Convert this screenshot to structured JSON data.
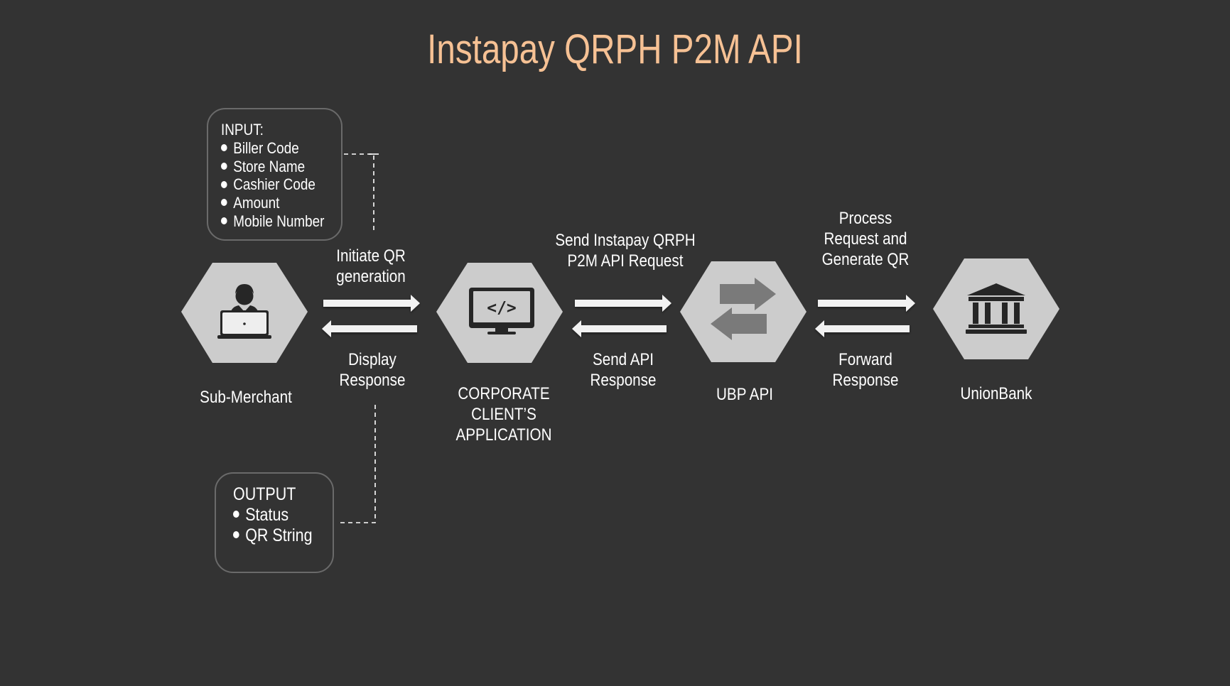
{
  "title": "Instapay QRPH P2M API",
  "input_box": {
    "heading": "INPUT:",
    "items": [
      "Biller Code",
      "Store Name",
      "Cashier Code",
      "Amount",
      "Mobile Number"
    ]
  },
  "output_box": {
    "heading": "OUTPUT",
    "items": [
      "Status",
      "QR String"
    ]
  },
  "nodes": {
    "sub_merchant": "Sub-Merchant",
    "corporate": [
      "CORPORATE",
      "CLIENT’S",
      "APPLICATION"
    ],
    "ubp_api": "UBP API",
    "unionbank": "UnionBank"
  },
  "flows": {
    "initiate": [
      "Initiate QR",
      "generation"
    ],
    "display": [
      "Display",
      "Response"
    ],
    "send_request": [
      "Send Instapay QRPH",
      "P2M API Request"
    ],
    "send_api_response": [
      "Send API",
      "Response"
    ],
    "process": [
      "Process",
      "Request and",
      "Generate QR"
    ],
    "forward": [
      "Forward",
      "Response"
    ]
  },
  "colors": {
    "background": "#333333",
    "title": "#f6c194",
    "hexagon": "#cccccc",
    "icon": "#262626",
    "exchange_icon": "#7a7a7a",
    "arrow": "#f2f2f2"
  },
  "icons": [
    "person-laptop-icon",
    "code-monitor-icon",
    "exchange-arrows-icon",
    "bank-icon"
  ]
}
